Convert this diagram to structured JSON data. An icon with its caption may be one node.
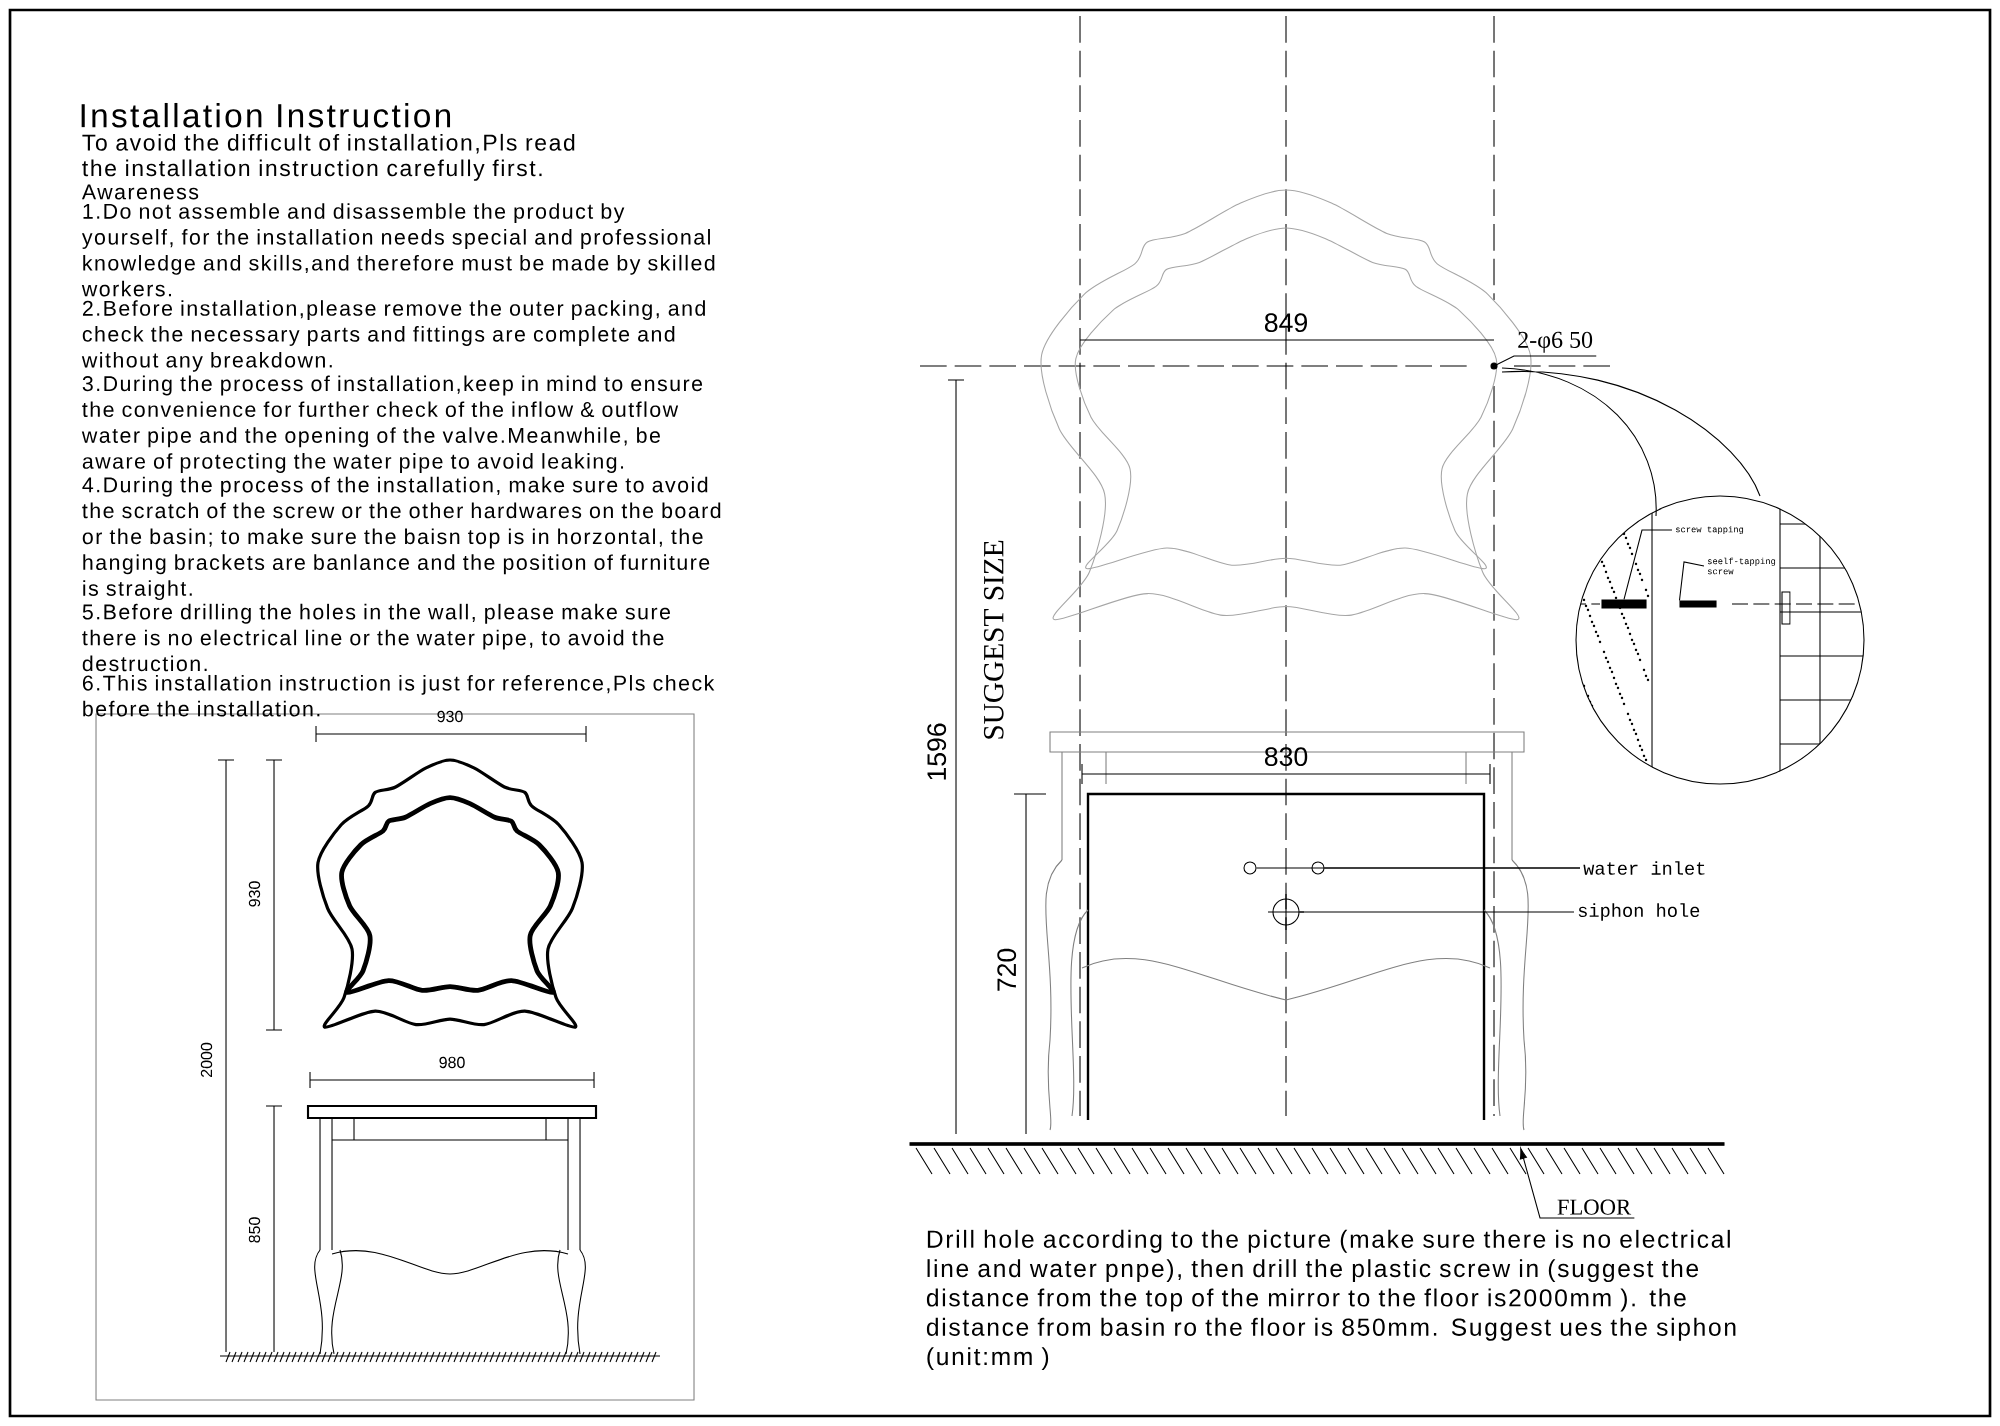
{
  "diagram": {
    "title": "Installation Instruction",
    "nodes": [
      {
        "text": [
          "water inlet"
        ]
      },
      {
        "text": [],
        "shape": "circle"
      },
      {
        "text": [],
        "shape": "circle"
      },
      {
        "text": [
          "siphon hole"
        ]
      },
      {
        "text": [],
        "shape": "circle"
      },
      {
        "text": [
          "FLOOR"
        ]
      },
      {
        "text": [
          "2-φ6 50"
        ]
      },
      {
        "text": [],
        "shape": "circle"
      },
      {
        "text": [
          "screw tapping"
        ]
      },
      {
        "text": [
          "seelf-tapping screw"
        ]
      },
      {
        "text": [],
        "shape": "bar"
      },
      {
        "text": [],
        "shape": "bar"
      },
      {
        "text": [],
        "shape": "bar"
      }
    ],
    "edges": [
      {
        "from": 0,
        "to": 1,
        "arrow": "none"
      },
      {
        "from": 0,
        "to": 2,
        "arrow": "none"
      },
      {
        "from": 3,
        "to": 4,
        "arrow": "none"
      },
      {
        "from": 5,
        "to": 10,
        "arrow": "to"
      },
      {
        "from": 6,
        "to": 7,
        "arrow": "none"
      },
      {
        "from": 8,
        "to": 11,
        "arrow": "none"
      },
      {
        "from": 9,
        "to": 12,
        "arrow": "none"
      }
    ],
    "labels": [
      "To avoid the difficult of installation,Pls read the installation instruction carefully first.",
      "Awareness",
      "1.Do not assemble and disassemble the product by yourself, for the installation needs special and professional knowledge and skills,and therefore must be made by skilled workers.",
      "2.Before installation,please remove the outer packing, and check the necessary parts and fittings are complete and without any breakdown.",
      "3.During the process of installation,keep in mind to ensure the convenience for further check of the inflow & outflow water pipe and the opening of the valve.Meanwhile, be aware of protecting the water pipe to avoid leaking.",
      "4.During the process of the installation, make sure to avoid the scratch of the screw or the other hardwares on the board or the basin; to make sure the baisn top is in horzontal, the hanging brackets are banlance and the position of furniture is straight.",
      "5.Before drilling the holes in the wall, please make sure there is no electrical line or the water pipe, to avoid the destruction.",
      "6.This installation instruction is just for reference,Pls check before the installation.",
      "930",
      "930",
      "2000",
      "980",
      "850",
      "849",
      "1596",
      "SUGGEST SIZE",
      "830",
      "720",
      "Drill hole according to the picture (make sure there is no electrical line and water pnpe), then drill the plastic screw in (suggest the distance from the top of the mirror to the floor is2000mm ). the distance from basin ro the floor is 850mm. Suggest ues the siphon (unit:mm )"
    ]
  }
}
